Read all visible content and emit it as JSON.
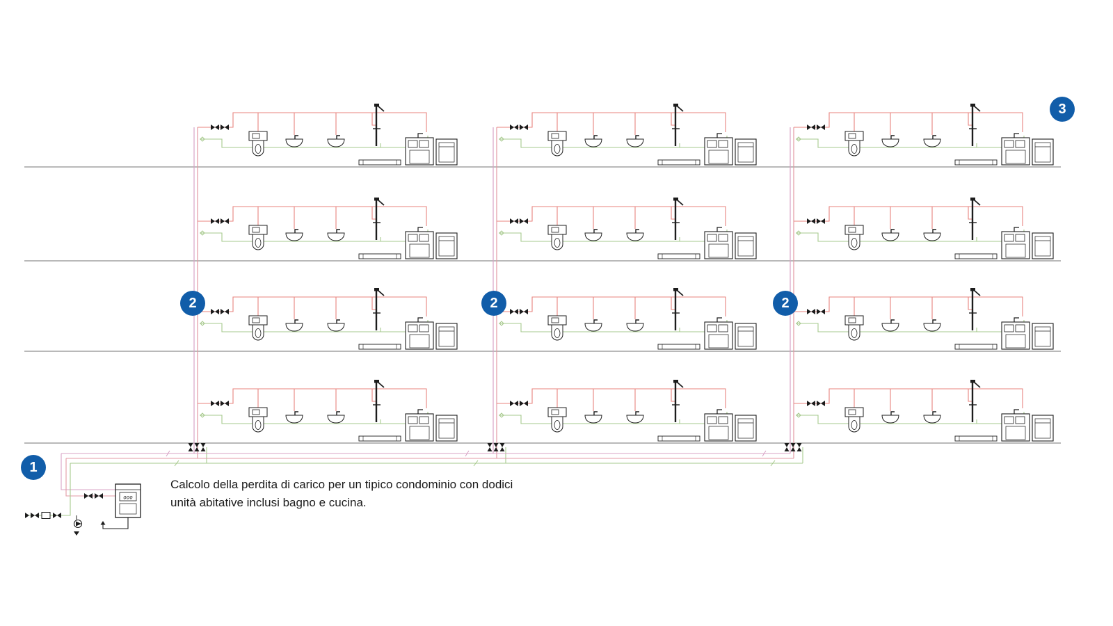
{
  "diagram": {
    "caption_line1": "Calcolo della perdita di carico per un tipico condominio con dodici",
    "caption_line2": "unità abitative inclusi bagno e cucina.",
    "badges": {
      "b1": "1",
      "b2": "2",
      "b3": "3"
    },
    "boiler_display": "ooo",
    "colors": {
      "hot": "#e8837e",
      "cold": "#a6c98c",
      "riser_pink": "#d9a3c6",
      "riser_red": "#e39aa4",
      "fixture": "#1c1c1c",
      "floor": "#8f8f8f",
      "badge_bg": "#115da9",
      "badge_text": "#ffffff",
      "background": "#ffffff"
    }
  }
}
